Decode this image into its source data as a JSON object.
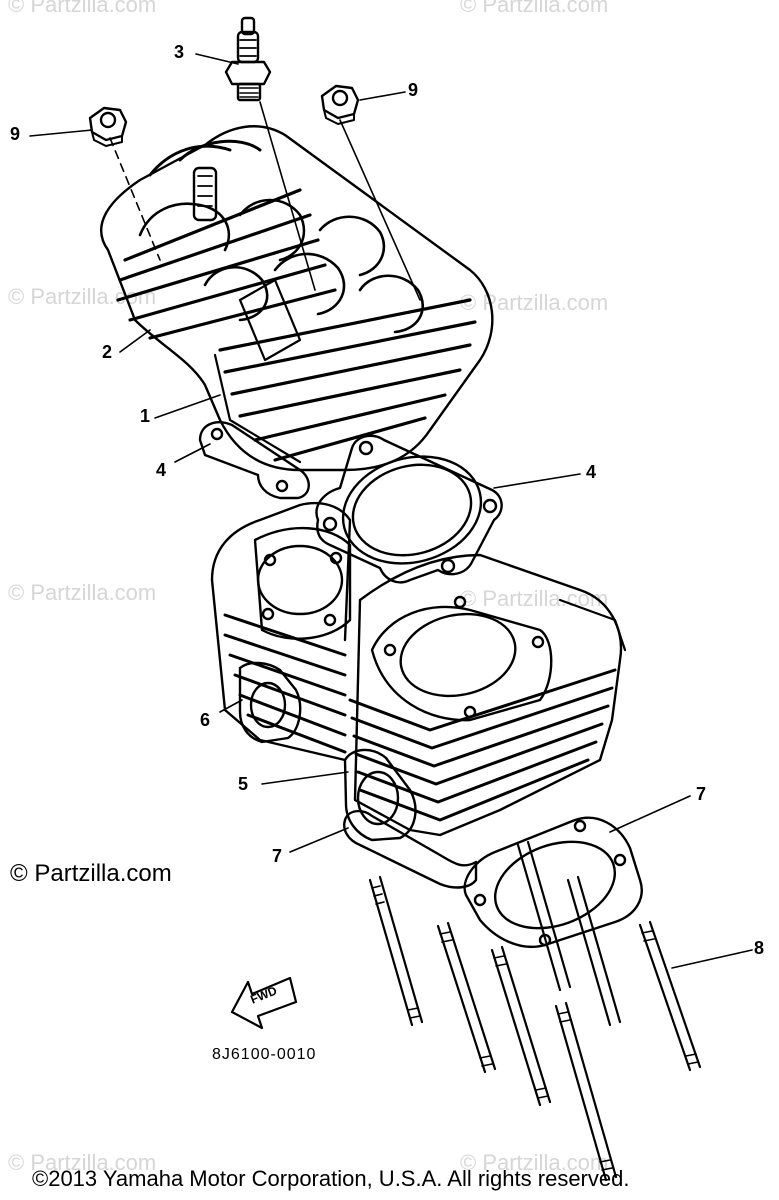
{
  "watermark": "© Partzilla.com",
  "brand_text": "© Partzilla.com",
  "diagram_code": "8J6100-0010",
  "fwd_label": "FWD",
  "copyright": "©2013 Yamaha Motor Corporation, U.S.A. All rights reserved.",
  "callouts": [
    "1",
    "2",
    "3",
    "4",
    "4",
    "5",
    "6",
    "7",
    "7",
    "8",
    "9",
    "9"
  ]
}
